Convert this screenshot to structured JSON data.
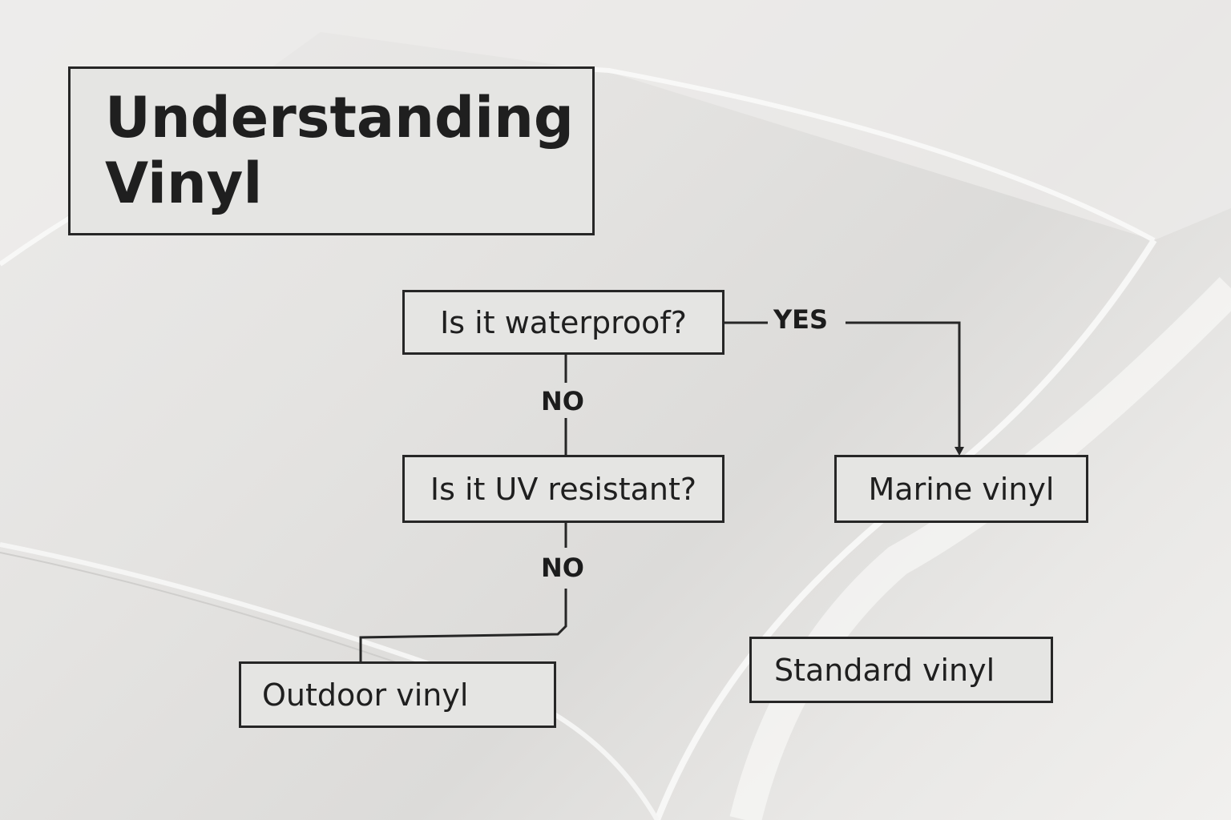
{
  "title": {
    "line1": "Understanding",
    "line2": "Vinyl"
  },
  "nodes": {
    "q1": "Is it waterproof?",
    "q2": "Is it UV resistant?",
    "marine": "Marine vinyl",
    "outdoor": "Outdoor vinyl",
    "standard": "Standard vinyl"
  },
  "edges": {
    "yes": "YES",
    "no1": "NO",
    "no2": "NO"
  },
  "colors": {
    "box_fill": "#e5e5e3",
    "stroke": "#262626",
    "background": "#e4e3e1"
  }
}
